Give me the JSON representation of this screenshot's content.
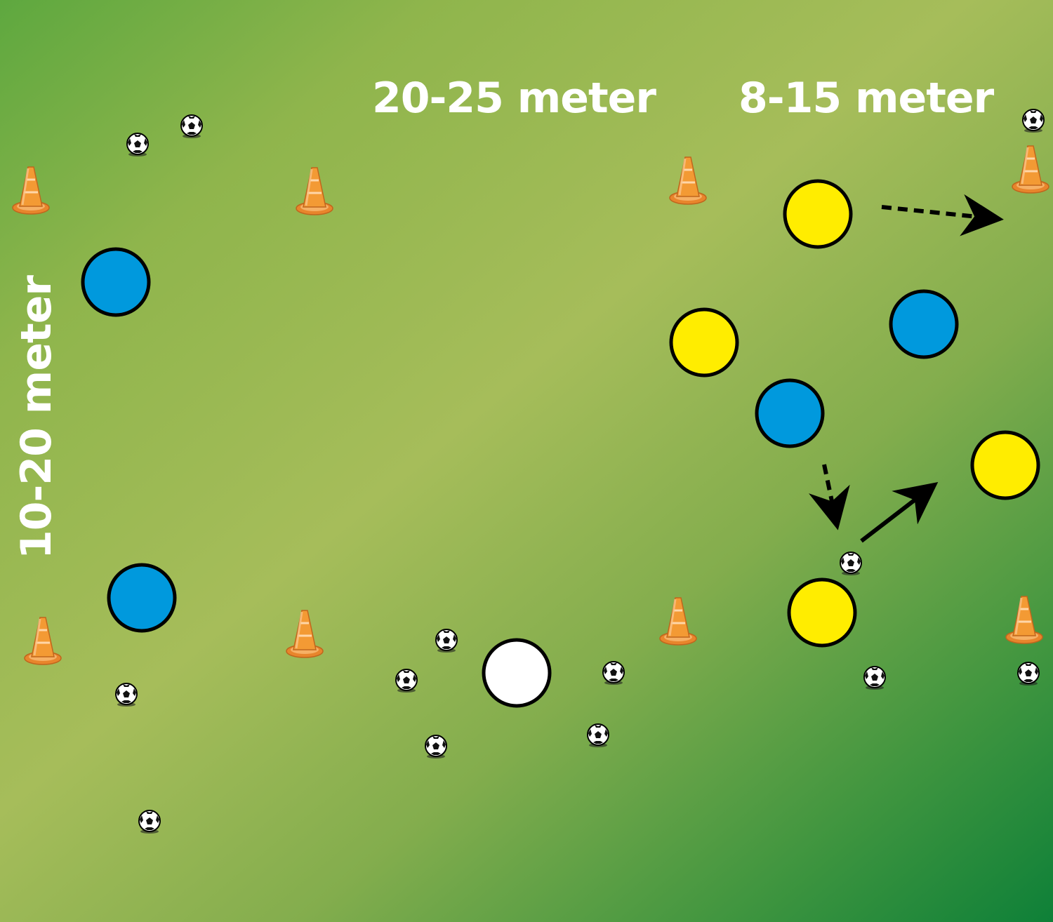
{
  "labels": {
    "length": "20-25 meter",
    "zone": "8-15 meter",
    "width": "10-20 meter"
  },
  "icons": {
    "cone": "cone-icon",
    "ball": "soccer-ball-icon",
    "blue_player": "blue-player-icon",
    "yellow_player": "yellow-player-icon",
    "white_player": "white-player-icon",
    "pass_arrow": "solid-arrow-icon",
    "run_arrow": "dashed-arrow-icon"
  },
  "colors": {
    "blue_team": "#0099dd",
    "yellow_team": "#ffed00",
    "neutral": "#ffffff",
    "cone": "#f39a34",
    "outline": "#000000",
    "label": "#ffffff"
  }
}
